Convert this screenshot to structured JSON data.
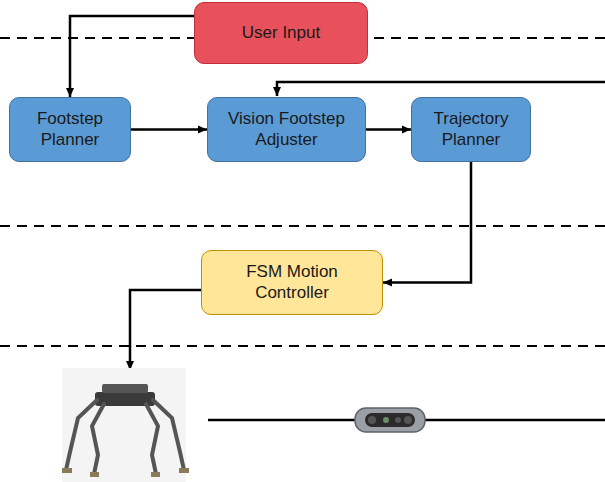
{
  "diagram": {
    "nodes": [
      {
        "text": [
          "User Input"
        ]
      },
      {
        "text": [
          "Footstep Planner"
        ]
      },
      {
        "text": [
          "Vision Footstep Adjuster"
        ]
      },
      {
        "text": [
          "Trajectory Planner"
        ]
      },
      {
        "text": [
          "FSM Motion Controller"
        ]
      }
    ],
    "edges": [
      {
        "from": 0,
        "to": 1,
        "arrow": "to"
      },
      {
        "from": 1,
        "to": 2,
        "arrow": "to"
      },
      {
        "from": 2,
        "to": 3,
        "arrow": "to"
      },
      {
        "from": 3,
        "to": 4,
        "arrow": "to"
      }
    ]
  }
}
